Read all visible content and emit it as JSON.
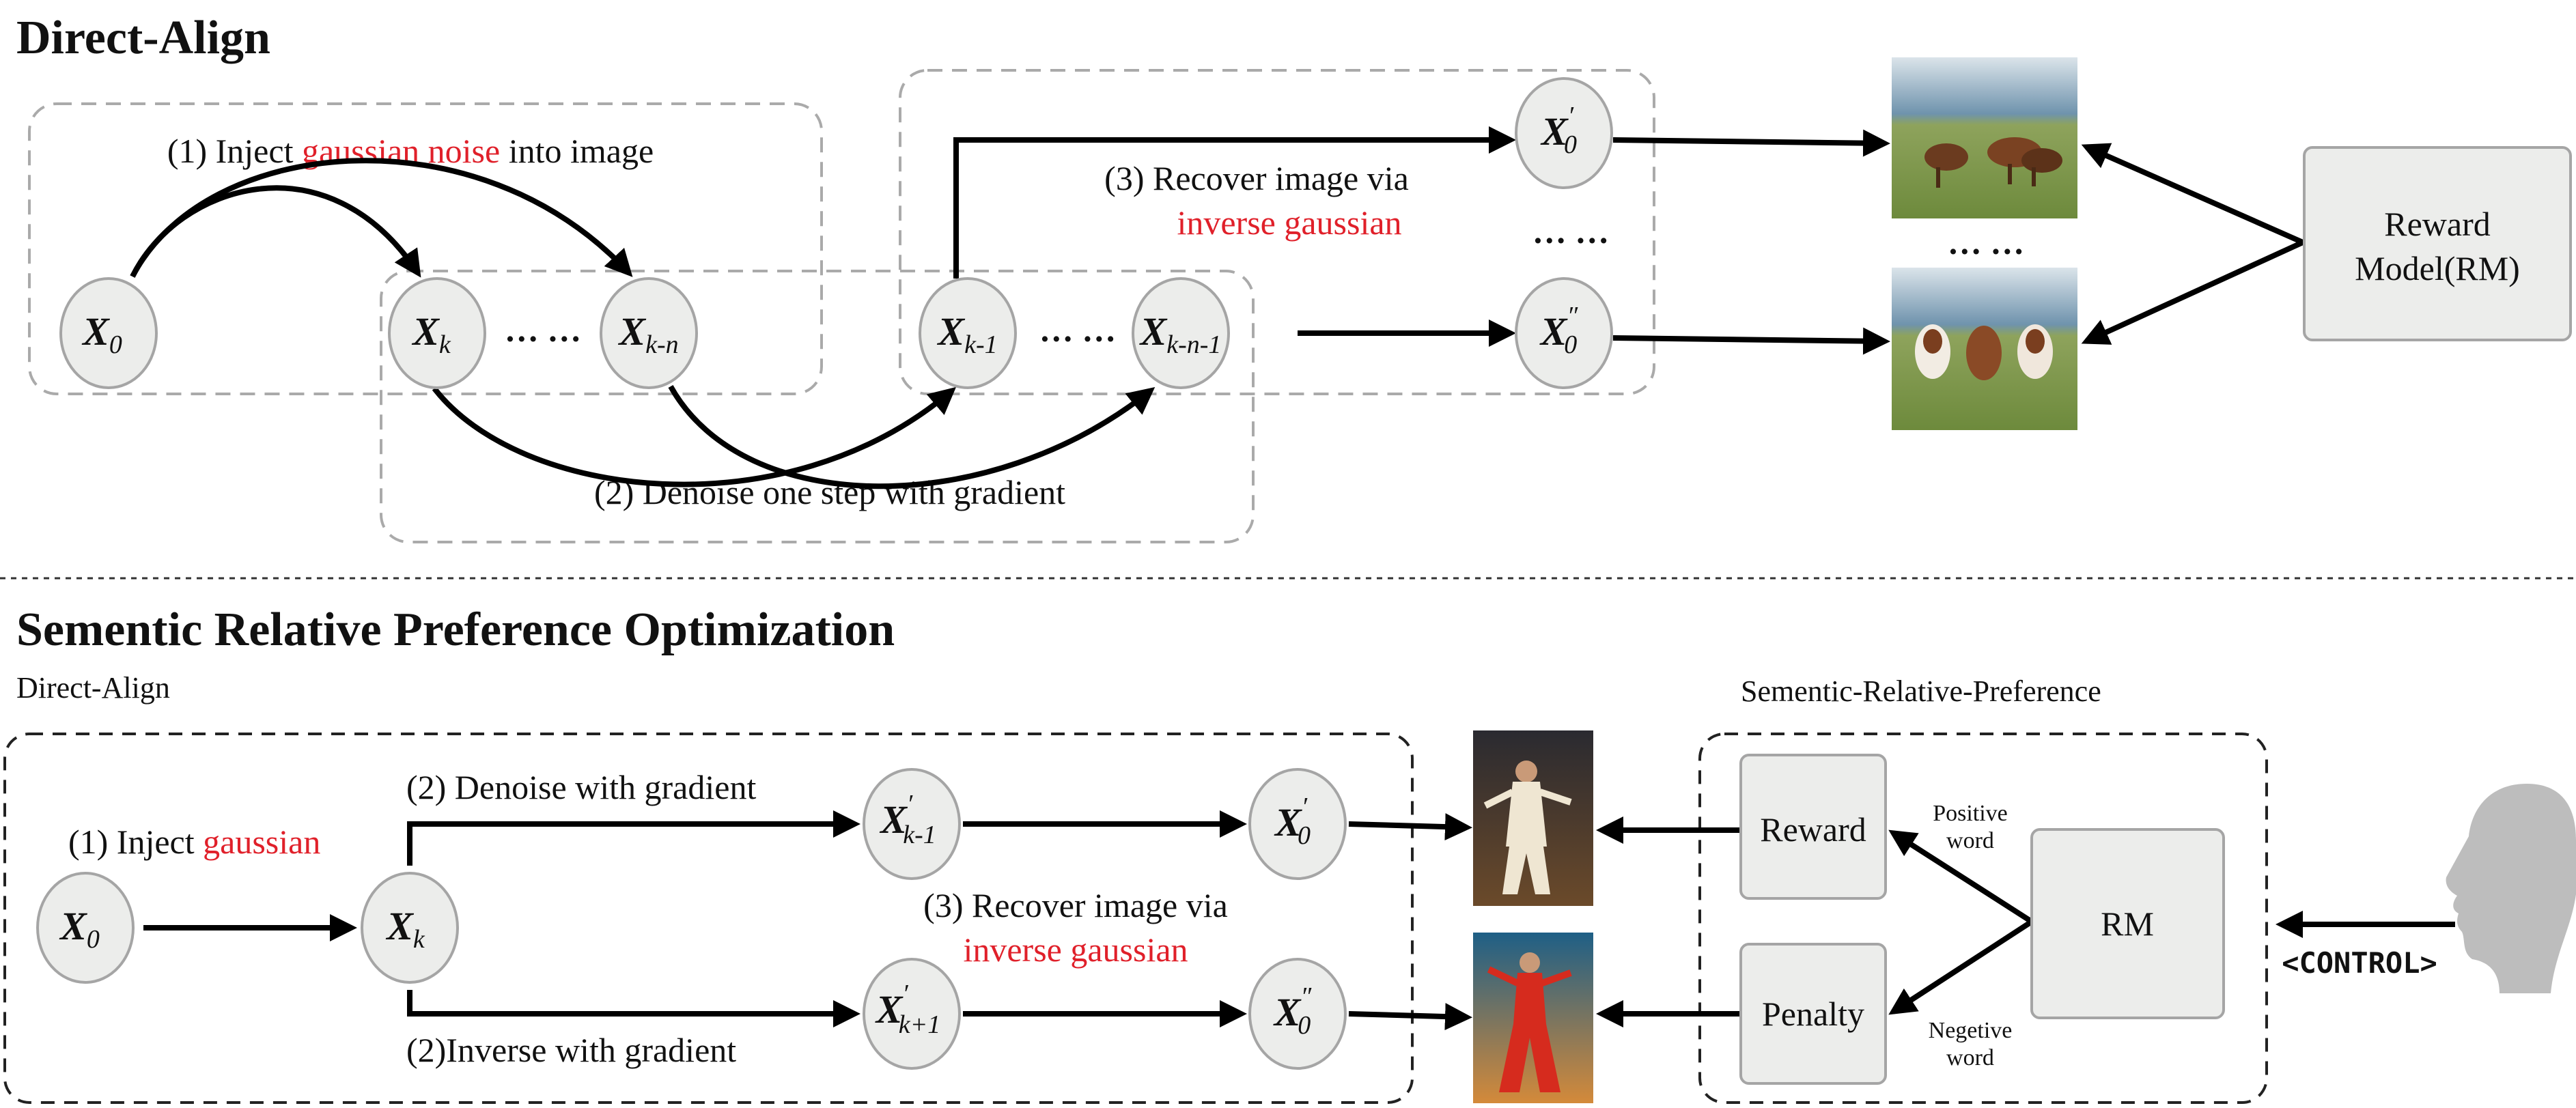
{
  "top": {
    "title": "Direct-Align",
    "step1": {
      "prefix": "(1)  Inject ",
      "red": "gaussian noise",
      "suffix": " into image"
    },
    "step2": "(2) Denoise one step with gradient",
    "step3": {
      "line1": "(3) Recover image via",
      "red": "inverse gaussian"
    },
    "nodes": [
      {
        "main": "X",
        "sub": "0",
        "prime": ""
      },
      {
        "main": "X",
        "sub": "k",
        "prime": ""
      },
      {
        "main": "X",
        "sub": "k-n",
        "prime": ""
      },
      {
        "main": "X",
        "sub": "k-1",
        "prime": ""
      },
      {
        "main": "X",
        "sub": "k-n-1",
        "prime": ""
      },
      {
        "main": "X",
        "sub": "0",
        "prime": "′"
      },
      {
        "main": "X",
        "sub": "0",
        "prime": "″"
      }
    ],
    "ellipsis": "… …",
    "reward_model": {
      "line1": "Reward",
      "line2": "Model(RM)"
    }
  },
  "bottom": {
    "title": "Sementic Relative Preference Optimization",
    "left_label": "Direct-Align",
    "right_label": "Sementic-Relative-Preference",
    "step1": {
      "prefix": "(1)  Inject ",
      "red": "gaussian"
    },
    "step2a": "(2) Denoise with gradient",
    "step2b": "(2)Inverse with gradient",
    "step3": {
      "line1": "(3) Recover image via",
      "red": "inverse gaussian"
    },
    "nodes": [
      {
        "main": "X",
        "sub": "0",
        "prime": ""
      },
      {
        "main": "X",
        "sub": "k",
        "prime": ""
      },
      {
        "main": "X",
        "sub": "k-1",
        "prime": "′"
      },
      {
        "main": "X",
        "sub": "0",
        "prime": "′"
      },
      {
        "main": "X",
        "sub": "k+1",
        "prime": "′"
      },
      {
        "main": "X",
        "sub": "0",
        "prime": "″"
      }
    ],
    "reward": "Reward",
    "penalty": "Penalty",
    "rm": "RM",
    "positive": {
      "line1": "Positive",
      "line2": "word"
    },
    "negative": {
      "line1": "Negetive",
      "line2": "word"
    },
    "control": "<CONTROL>"
  },
  "colors": {
    "accent_red": "#e0202a",
    "node_fill": "#ecedeb",
    "head": "#bdbdbd"
  }
}
